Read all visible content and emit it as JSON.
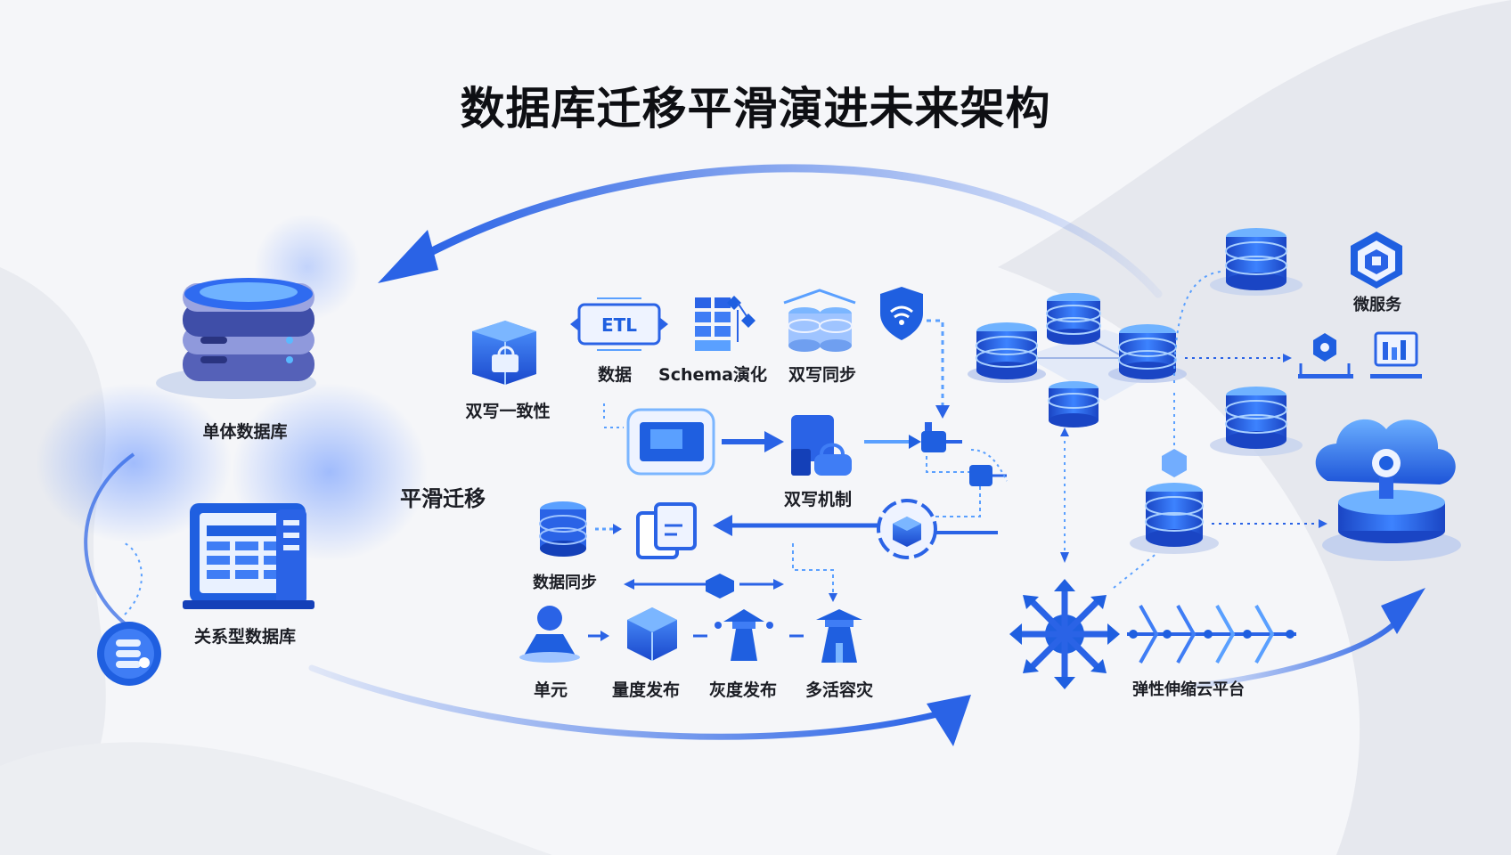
{
  "title": "数据库迁移平滑演进未来架构",
  "labels": {
    "monolithic_db": "单体数据库",
    "relational_db": "关系型数据库",
    "smooth_migration": "平滑迁移",
    "dual_write_consistency": "双写一致性",
    "data": "数据",
    "schema_evolution": "Schema演化",
    "dual_write_sync": "双写同步",
    "dual_write_mechanism": "双写机制",
    "data_sync": "数据同步",
    "unit": "单元",
    "gray_release_1": "量度发布",
    "gray_release_2": "灰度发布",
    "multi_active_dr": "多活容灾",
    "microservices": "微服务",
    "elastic_cloud_platform": "弹性伸缩云平台"
  },
  "etl_text": "ETL",
  "colors": {
    "primary_blue": "#1f5fe0",
    "light_blue": "#5aa0ff",
    "dark_blue": "#1440b8",
    "arrow_blue": "#2a63e6",
    "text": "#1b1d24"
  }
}
